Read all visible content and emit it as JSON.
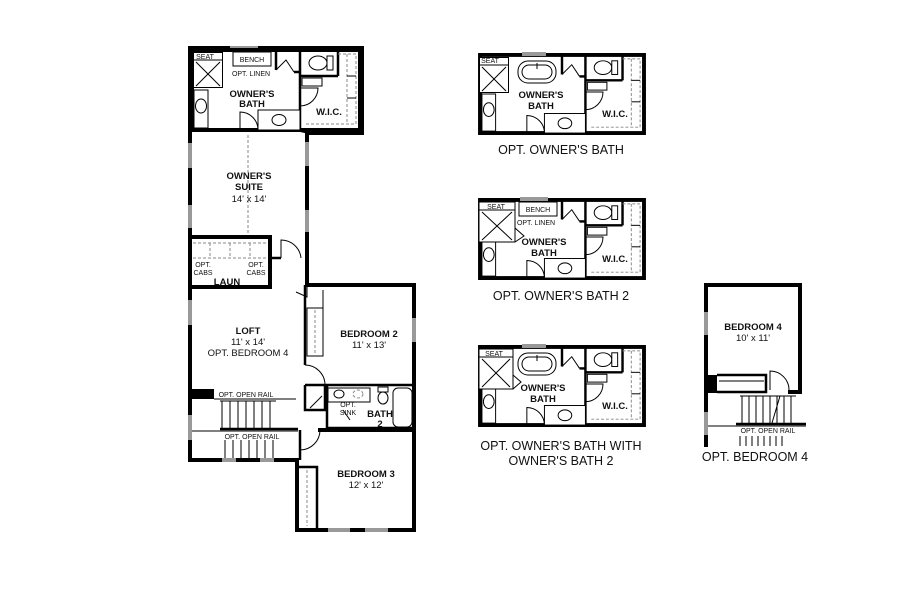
{
  "main_plan": {
    "owners_bath": {
      "seat": "SEAT",
      "bench": "BENCH",
      "linen": "OPT. LINEN",
      "name_1": "OWNER'S",
      "name_2": "BATH",
      "wic": "W.I.C."
    },
    "owners_suite": {
      "name_1": "OWNER'S",
      "name_2": "SUITE",
      "size": "14' x 14'"
    },
    "laundry": {
      "cabs_left_1": "OPT.",
      "cabs_left_2": "CABS",
      "cabs_right_1": "OPT.",
      "cabs_right_2": "CABS",
      "name": "LAUN"
    },
    "loft": {
      "name": "LOFT",
      "size": "11' x 14'",
      "option": "OPT. BEDROOM 4"
    },
    "bedroom_2": {
      "name": "BEDROOM 2",
      "size": "11' x 13'"
    },
    "bath_2": {
      "sink_1": "OPT.",
      "sink_2": "SINK",
      "name_1": "BATH",
      "name_2": "2"
    },
    "bedroom_3": {
      "name": "BEDROOM 3",
      "size": "12' x 12'"
    },
    "rail_upper": "OPT. OPEN RAIL",
    "rail_lower": "OPT. OPEN RAIL"
  },
  "options": {
    "opt_owners_bath": {
      "seat": "SEAT",
      "name_1": "OWNER'S",
      "name_2": "BATH",
      "wic": "W.I.C.",
      "caption": "OPT. OWNER'S BATH"
    },
    "opt_owners_bath_2": {
      "seat": "SEAT",
      "bench": "BENCH",
      "linen": "OPT. LINEN",
      "name_1": "OWNER'S",
      "name_2": "BATH",
      "wic": "W.I.C.",
      "caption": "OPT. OWNER'S BATH 2"
    },
    "opt_owners_bath_with_2": {
      "seat": "SEAT",
      "name_1": "OWNER'S",
      "name_2": "BATH",
      "wic": "W.I.C.",
      "caption_1": "OPT. OWNER'S BATH WITH",
      "caption_2": "OWNER'S BATH 2"
    },
    "opt_bedroom_4": {
      "name": "BEDROOM 4",
      "size": "10' x 11'",
      "rail": "OPT. OPEN RAIL",
      "caption": "OPT. BEDROOM 4"
    }
  }
}
